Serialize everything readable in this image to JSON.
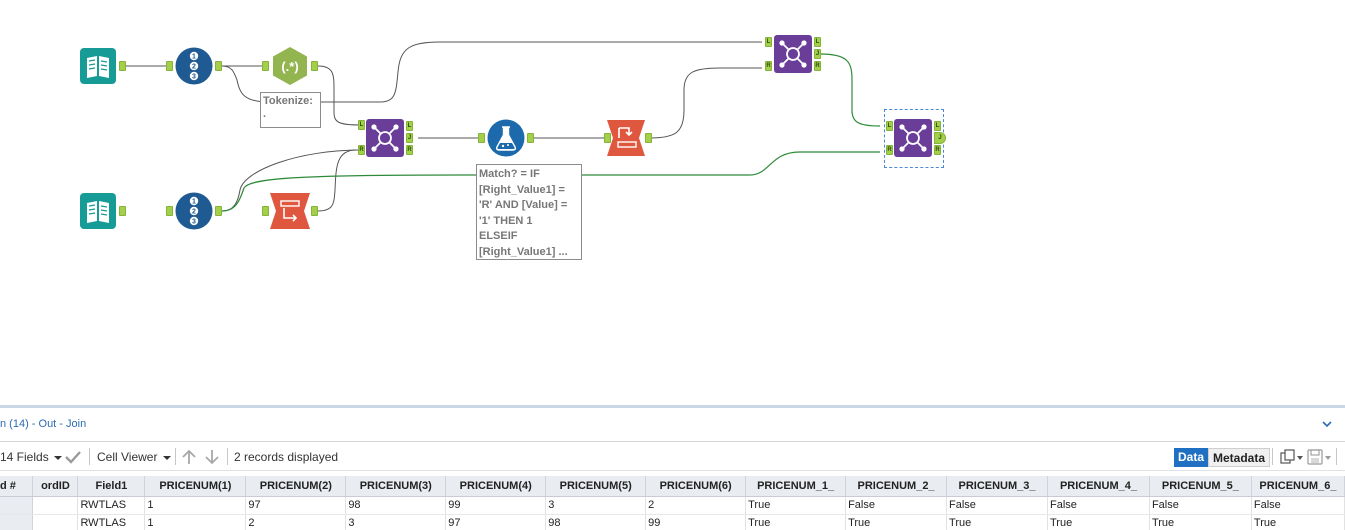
{
  "canvas": {
    "annotations": {
      "tokenize": "Tokenize:\n.",
      "formula": "Match? = IF\n[Right_Value1] =\n'R' AND [Value] =\n'1' THEN 1\nELSEIF\n[Right_Value1] ..."
    },
    "join_anchors": {
      "left": "L",
      "join": "J",
      "right": "R"
    },
    "colors": {
      "input_teal": "#169b97",
      "record_blue": "#1f5a93",
      "regex_green": "#93b550",
      "join_purple": "#6a3e98",
      "formula_blue": "#1c6aab",
      "transform_red": "#e0573f",
      "wire_gray": "#555555",
      "wire_green": "#2e8b3a",
      "anchor_green": "#a3cf4a"
    }
  },
  "results": {
    "title": "n (14) - Out - Join",
    "toolbar": {
      "fields": "14 Fields",
      "cell_viewer": "Cell Viewer",
      "records": "2 records displayed",
      "data_button": "Data",
      "metadata_button": "Metadata"
    },
    "columns": [
      "d #",
      "ordID",
      "Field1",
      "PRICENUM(1)",
      "PRICENUM(2)",
      "PRICENUM(3)",
      "PRICENUM(4)",
      "PRICENUM(5)",
      "PRICENUM(6)",
      "PRICENUM_1_",
      "PRICENUM_2_",
      "PRICENUM_3_",
      "PRICENUM_4_",
      "PRICENUM_5_",
      "PRICENUM_6_"
    ],
    "rows": [
      [
        "",
        "",
        "RWTLAS",
        "1",
        "97",
        "98",
        "99",
        "3",
        "2",
        "True",
        "False",
        "False",
        "False",
        "False",
        "False"
      ],
      [
        "",
        "",
        "RWTLAS",
        "1",
        "2",
        "3",
        "97",
        "98",
        "99",
        "True",
        "True",
        "True",
        "True",
        "True",
        "True"
      ]
    ]
  }
}
